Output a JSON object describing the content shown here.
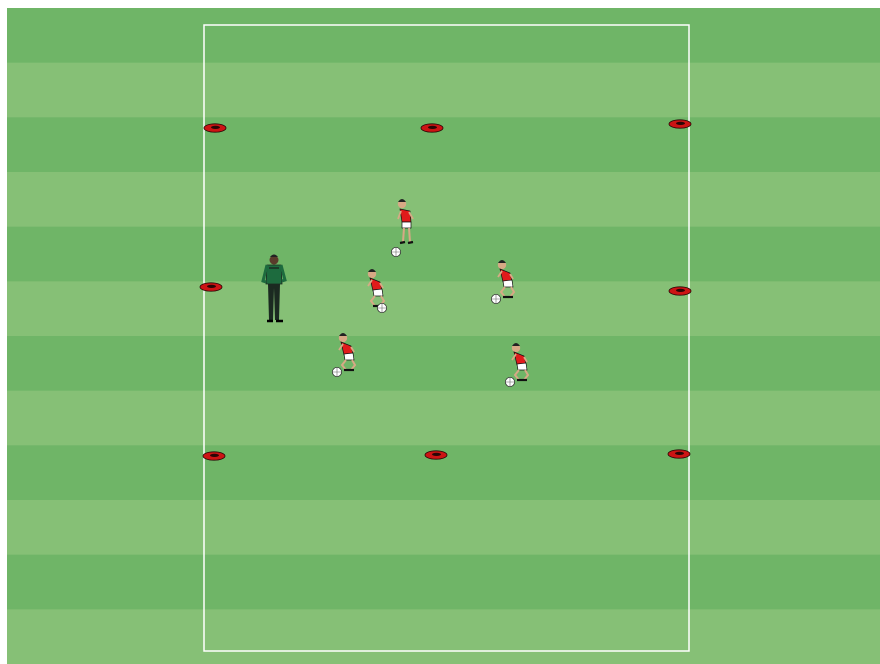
{
  "pitch": {
    "stripe_count": 12,
    "colors": {
      "stripe_dark": "#6fb567",
      "stripe_light": "#86c076",
      "field_line": "#ffffff",
      "cone_red": "#cc1414",
      "cone_dark": "#2a0606",
      "jersey": "#e01b1b",
      "shorts": "#ffffff",
      "skin": "#d7a985",
      "hair": "#222222",
      "coach_jacket": "#1d6b3e",
      "coach_dark": "#1b2a21",
      "ball": "#ffffff"
    }
  },
  "cones": [
    {
      "id": "cone-top-left"
    },
    {
      "id": "cone-top-mid"
    },
    {
      "id": "cone-top-right"
    },
    {
      "id": "cone-mid-left"
    },
    {
      "id": "cone-mid-right"
    },
    {
      "id": "cone-bottom-left"
    },
    {
      "id": "cone-bottom-mid"
    },
    {
      "id": "cone-bottom-right"
    }
  ],
  "players": [
    {
      "id": "player-top",
      "pose": "standing",
      "ball_side": "left"
    },
    {
      "id": "player-left-upper",
      "pose": "crouch",
      "ball_side": "right"
    },
    {
      "id": "player-right-upper",
      "pose": "crouch",
      "ball_side": "left"
    },
    {
      "id": "player-left-lower",
      "pose": "crouch",
      "ball_side": "left"
    },
    {
      "id": "player-right-lower",
      "pose": "crouch",
      "ball_side": "left"
    }
  ],
  "coach": {
    "id": "coach"
  }
}
